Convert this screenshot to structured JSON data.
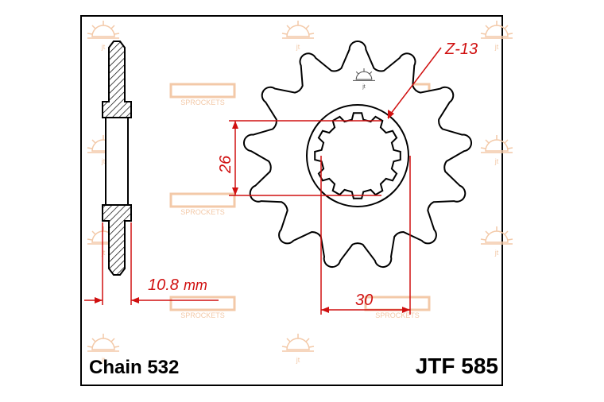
{
  "diagram": {
    "chain_label": "Chain 532",
    "part_label": "JTF 585",
    "teeth_label": "Z-13",
    "thickness_label": "10.8",
    "thickness_unit": "mm",
    "inner_height_label": "26",
    "inner_width_label": "30",
    "watermark_text": "SPROCKETS",
    "colors": {
      "dimension": "#d01010",
      "outline": "#000000",
      "watermark": "#f3c9a8"
    }
  }
}
